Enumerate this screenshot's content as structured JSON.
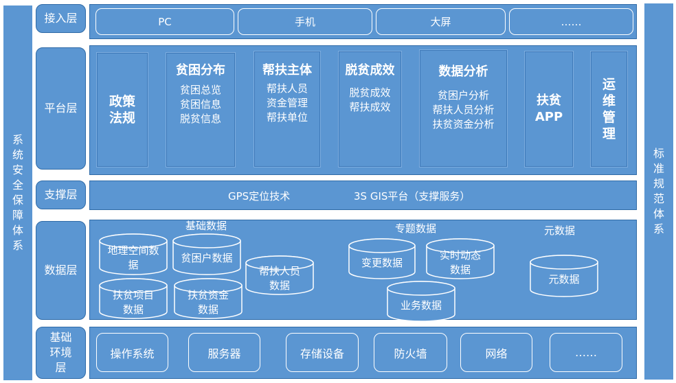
{
  "left_bar": {
    "label": "系统安全保障体系"
  },
  "right_bar": {
    "label": "标准规范体系"
  },
  "layers": {
    "access": "接入层",
    "platform": "平台层",
    "support": "支撑层",
    "data": "数据层",
    "env": "基础环境层"
  },
  "access_items": [
    "PC",
    "手机",
    "大屏",
    "……"
  ],
  "platform_modules": [
    {
      "title": "政策法规",
      "lines": []
    },
    {
      "title": "贫困分布",
      "lines": [
        "贫困总览",
        "贫困信息",
        "脱贫信息"
      ]
    },
    {
      "title": "帮扶主体",
      "lines": [
        "帮扶人员",
        "资金管理",
        "帮扶单位"
      ]
    },
    {
      "title": "脱贫成效",
      "lines": [
        "脱贫成效",
        "帮扶成效"
      ]
    },
    {
      "title": "数据分析",
      "lines": [
        "贫困户分析",
        "帮扶人员分析",
        "扶贫资金分析"
      ]
    },
    {
      "title": "扶贫APP",
      "lines": []
    },
    {
      "title": "运维管理",
      "lines": []
    }
  ],
  "support_items": [
    "GPS定位技术",
    "3S GIS平台（支撑服务）"
  ],
  "data_groups": {
    "basic": "基础数据",
    "topic": "专题数据",
    "meta": "元数据"
  },
  "data_stores": {
    "geo": "地理空间数据",
    "poor": "贫困户数据",
    "helpers": "帮扶人员数据",
    "projects": "扶贫项目数据",
    "funds": "扶贫资金数据",
    "change": "变更数据",
    "realtime": "实时动态数据",
    "business": "业务数据",
    "metadata": "元数据"
  },
  "env_items": [
    "操作系统",
    "服务器",
    "存储设备",
    "防火墙",
    "网络",
    "……"
  ]
}
